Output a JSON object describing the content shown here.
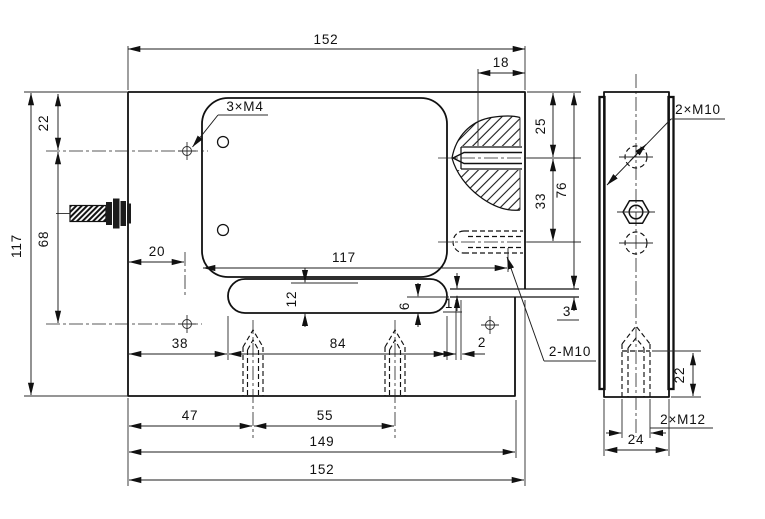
{
  "colors": {
    "line": "#111111",
    "background": "#ffffff"
  },
  "views": {
    "front": {
      "dims": {
        "top_width": "152",
        "plug_offset": "18",
        "thread_offset_top": "25",
        "thread_spacing": "33",
        "right_height": "76",
        "overall_height": "117",
        "mount_top": "22",
        "mount_spacing": "68",
        "mount_left": "20",
        "cover_width": "117",
        "slot_height": "12",
        "lip_gap": "6",
        "lip_step": "1",
        "tab_thickness": "3",
        "tab_step": "2",
        "slot_offset": "38",
        "slot_length": "84",
        "stud_offset": "47",
        "stud_spacing": "55",
        "base_width": "149",
        "bottom_width": "152"
      },
      "labels": {
        "cover_thread": "3×M4",
        "load_thread": "2-M10"
      }
    },
    "side": {
      "dims": {
        "thread_depth": "22",
        "width": "24"
      },
      "labels": {
        "top_thread": "2×M10",
        "bottom_thread": "2×M12"
      }
    }
  }
}
